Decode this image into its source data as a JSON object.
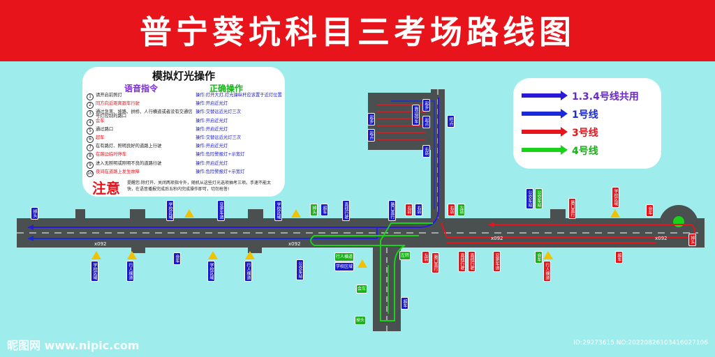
{
  "title": "普宁葵坑科目三考场路线图",
  "panel": {
    "title": "模拟灯光操作",
    "col_voice": "语音指令",
    "col_action": "正确操作",
    "rows": [
      {
        "num": "1",
        "cmd": "请开启前照灯",
        "op": "操作:打开大灯,灯光操纵杆应该置于近灯位置",
        "cmd_color": "#222"
      },
      {
        "num": "2",
        "cmd": "同方向近距离跟车行驶",
        "op": "操作:开启近光灯",
        "cmd_color": "#e8141c"
      },
      {
        "num": "3",
        "cmd": "通过急弯、坡路、拱桥、人行横道或者没有交通信号灯控制的路口",
        "op": "操作:交替远近光灯三次",
        "cmd_color": "#222"
      },
      {
        "num": "4",
        "cmd": "会车",
        "op": "操作:开启近光灯",
        "cmd_color": "#e8141c"
      },
      {
        "num": "5",
        "cmd": "通过路口",
        "op": "操作:开启近光灯",
        "cmd_color": "#222"
      },
      {
        "num": "6",
        "cmd": "超车",
        "op": "操作:交替远近光灯三次",
        "cmd_color": "#e8141c"
      },
      {
        "num": "7",
        "cmd": "在有路灯、照明良好的道路上行驶",
        "op": "操作:开启近光灯",
        "cmd_color": "#222"
      },
      {
        "num": "8",
        "cmd": "在路边临时停车",
        "op": "操作:危险警报灯+示宽灯",
        "cmd_color": "#e8141c"
      },
      {
        "num": "9",
        "cmd": "进入无照明或照明不良的道路行驶",
        "op": "操作:开启近光灯",
        "cmd_color": "#222"
      },
      {
        "num": "10",
        "cmd": "夜间在道路上发生故障",
        "op": "操作:危险警报灯+示宽灯",
        "cmd_color": "#e8141c"
      }
    ],
    "note_label": "注意",
    "note_text": "提醒您:除打开、关闭两项指令外，随机从这些灯光选项抽考三项。手速不能太快，在语音播报完成后五秒内完成操作即可，切勿抢答!"
  },
  "legend": [
    {
      "label": "1.3.4号线共用",
      "color": "#2a1ad8",
      "text_color": "#6a2ac8"
    },
    {
      "label": "1号线",
      "color": "#1a2ad8",
      "text_color": "#1a2ad8"
    },
    {
      "label": "3号线",
      "color": "#e8141c",
      "text_color": "#e8141c"
    },
    {
      "label": "4号线",
      "color": "#19d219",
      "text_color": "#19b319"
    }
  ],
  "road_labels": [
    "x092",
    "x092",
    "x092",
    "x092"
  ],
  "signs": {
    "left_end": "掉头",
    "right_end": "掉头",
    "top_start_1": "起步",
    "top_start_2": "起点",
    "top_parking": "靠边停车",
    "top_start_3": "起步",
    "top_start_4": "起点",
    "top_point": "终点",
    "right_turn": "右转",
    "school_1": "学校区域",
    "school_2": "学校区域",
    "school_3": "学校区域",
    "school_4": "学校区域",
    "school_5": "学校区域",
    "school_6": "学校区域",
    "lane_change": "变更车道",
    "straight_1": "直线行驶",
    "straight_2": "直线行驶",
    "straight_3": "直线行驶",
    "intersection_1": "路口直行",
    "intersection_2": "路口直行",
    "intersection_3": "路口直行",
    "overtake_top": "超车",
    "meet_top": "会车",
    "bus_1": "公交车站",
    "bus_2": "公交车站",
    "bus_3": "公交车站",
    "meet_1": "会车",
    "meet_2": "会车",
    "pedestrian_1": "行人横道",
    "pedestrian_2": "行人横道",
    "pedestrian_3": "行人横道",
    "pedestrian_4": "行人横道",
    "left_turn_1": "左转",
    "left_turn_2": "左转",
    "right_turn_2": "右转",
    "right_turn_3": "右转",
    "left_turn_3": "左转",
    "right_turn_4": "右转",
    "uturn_mid": "掉头",
    "uturn_down": "掉头",
    "overtake_down": "超车",
    "overtake_right": "超车",
    "meet_down": "会车",
    "lane_change_2": "变更车道",
    "left_turn_down": "左转"
  },
  "footer_left": "昵图网 www.nipic.com",
  "footer_right": "ID:29273615 NO:20220826103416027106"
}
